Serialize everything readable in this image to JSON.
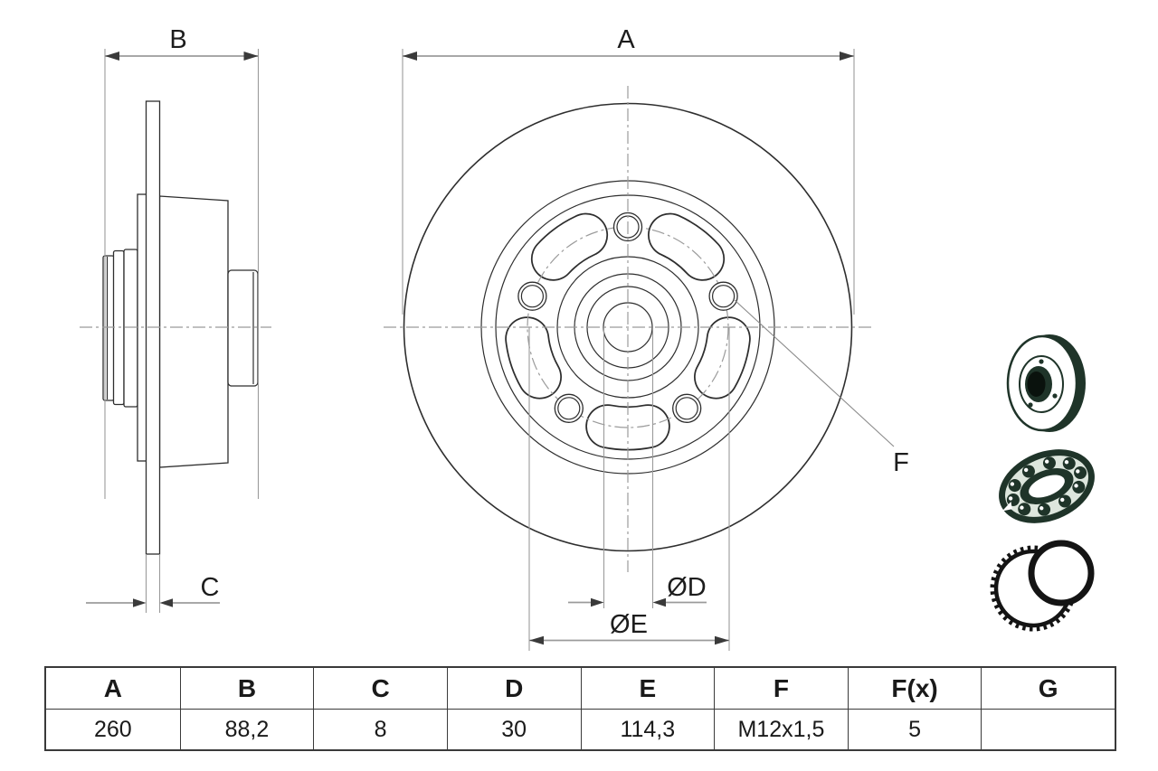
{
  "drawing": {
    "dim_labels": {
      "a": "A",
      "b": "B",
      "c": "C",
      "d": "ØD",
      "e": "ØE",
      "f": "F"
    }
  },
  "table": {
    "headers": [
      "A",
      "B",
      "C",
      "D",
      "E",
      "F",
      "F(x)",
      "G"
    ],
    "values": [
      "260",
      "88,2",
      "8",
      "30",
      "114,3",
      "M12x1,5",
      "5",
      ""
    ]
  },
  "icons": {
    "brake_disc": "brake-disc-icon",
    "wheel_bearing": "wheel-bearing-icon",
    "abs_ring": "abs-sensor-ring-icon"
  },
  "colors": {
    "outline": "#2e2e2e",
    "dimension_line": "#9b9b9b",
    "arrow": "#3a3a3a",
    "icon_dark": "#1f3429",
    "table_border": "#3a3a3a",
    "background": "#ffffff"
  }
}
